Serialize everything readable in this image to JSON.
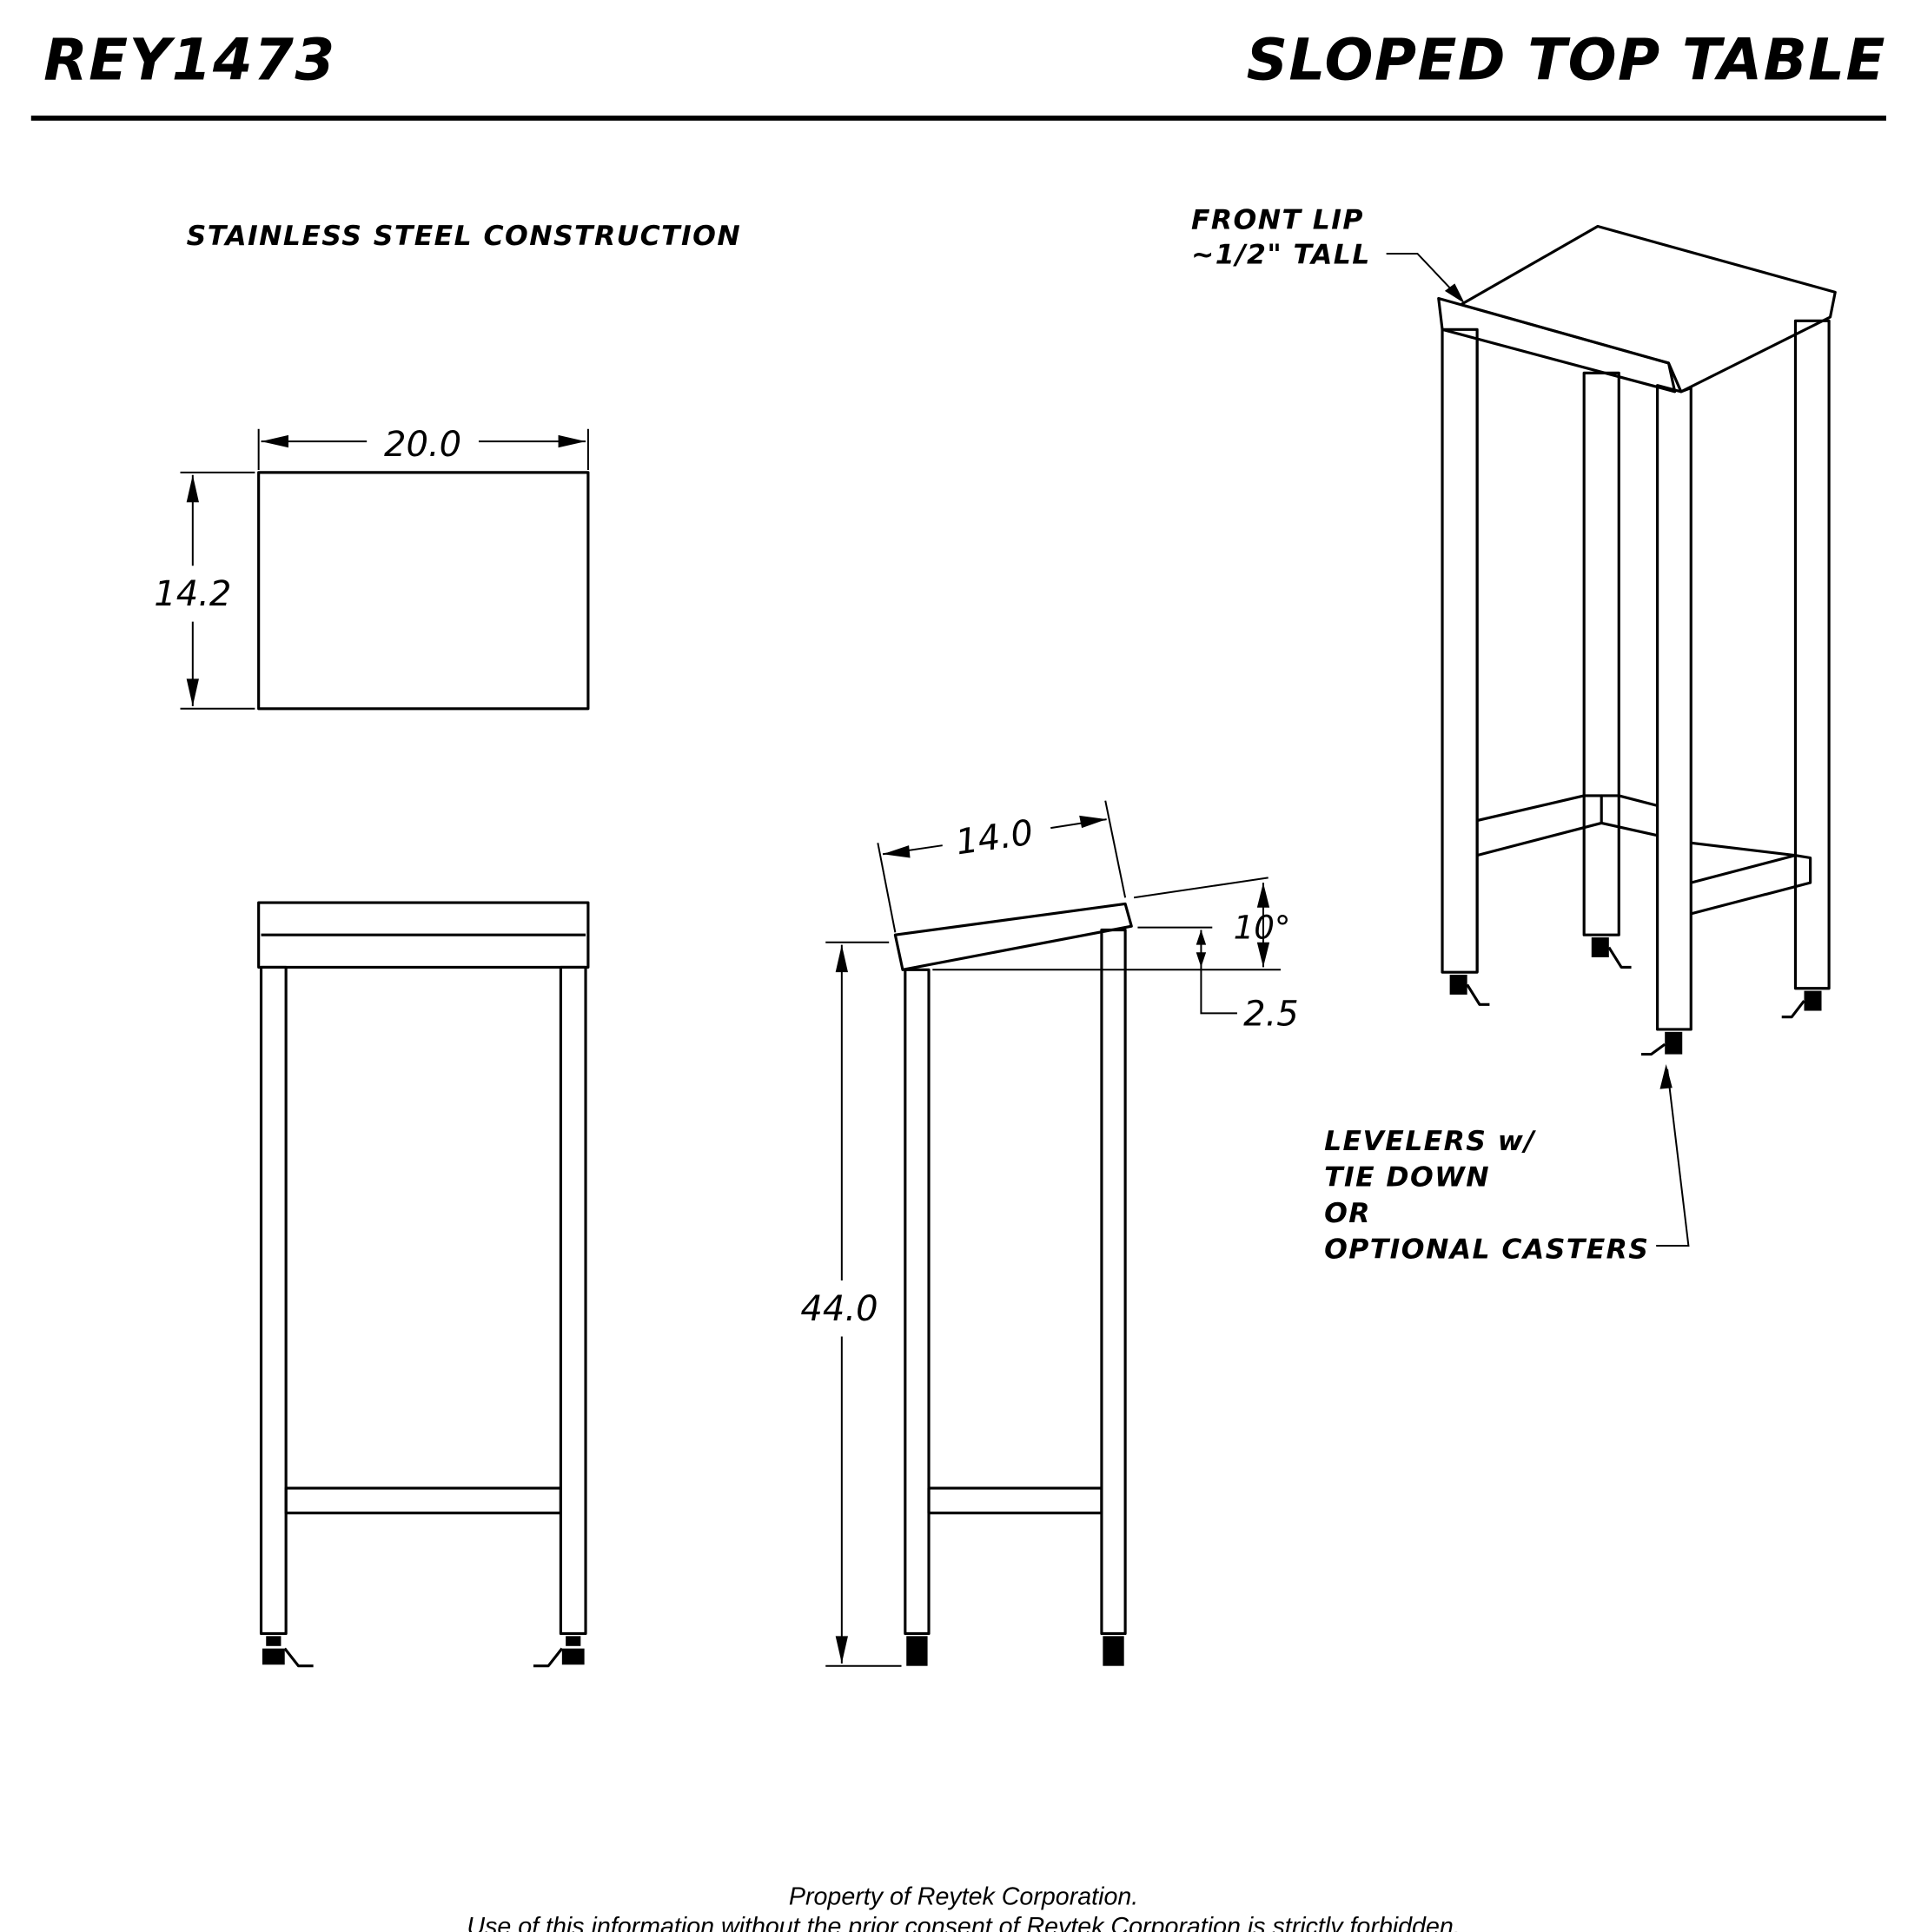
{
  "header": {
    "part_number": "REY1473",
    "title": "SLOPED TOP TABLE"
  },
  "notes": {
    "material": "STAINLESS STEEL CONSTRUCTION"
  },
  "dimensions": {
    "width": "20.0",
    "top_depth": "14.2",
    "slope_depth": "14.0",
    "angle": "10°",
    "rise": "2.5",
    "height": "44.0"
  },
  "callouts": {
    "front_lip": [
      "FRONT LIP",
      "~1/2\" TALL"
    ],
    "levelers": [
      "LEVELERS w/",
      "TIE DOWN",
      "OR",
      "OPTIONAL CASTERS"
    ]
  },
  "footer": {
    "line1": "Property of Reytek Corporation.",
    "line2": "Use of this information without the prior consent of Reytek Corporation is strictly forbidden."
  }
}
